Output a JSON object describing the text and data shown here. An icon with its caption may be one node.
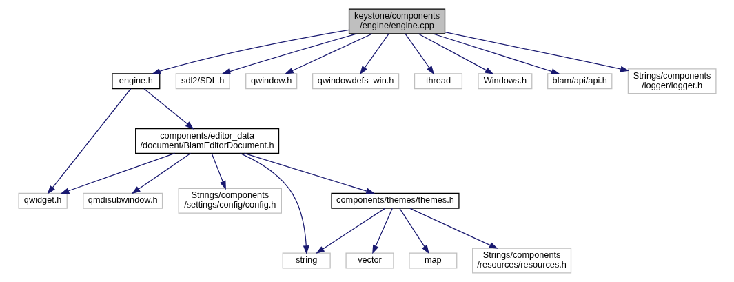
{
  "diagram": {
    "nodes": [
      {
        "text": [
          "keystone/components /engine/engine.cpp"
        ]
      },
      {
        "text": [
          "engine.h"
        ]
      },
      {
        "text": [
          "sdl2/SDL.h"
        ]
      },
      {
        "text": [
          "qwindow.h"
        ]
      },
      {
        "text": [
          "qwindowdefs_win.h"
        ]
      },
      {
        "text": [
          "thread"
        ]
      },
      {
        "text": [
          "Windows.h"
        ]
      },
      {
        "text": [
          "blam/api/api.h"
        ]
      },
      {
        "text": [
          "Strings/components /logger/logger.h"
        ]
      },
      {
        "text": [
          "components/editor_data /document/BlamEditorDocument.h"
        ]
      },
      {
        "text": [
          "qwidget.h"
        ]
      },
      {
        "text": [
          "qmdisubwindow.h"
        ]
      },
      {
        "text": [
          "Strings/components /settings/config/config.h"
        ]
      },
      {
        "text": [
          "components/themes/themes.h"
        ]
      },
      {
        "text": [
          "string"
        ]
      },
      {
        "text": [
          "vector"
        ]
      },
      {
        "text": [
          "map"
        ]
      },
      {
        "text": [
          "Strings/components /resources/resources.h"
        ]
      }
    ],
    "edges": [
      {
        "from": 0,
        "to": 1,
        "arrow": "to"
      },
      {
        "from": 0,
        "to": 2,
        "arrow": "to"
      },
      {
        "from": 0,
        "to": 3,
        "arrow": "to"
      },
      {
        "from": 0,
        "to": 4,
        "arrow": "to"
      },
      {
        "from": 0,
        "to": 5,
        "arrow": "to"
      },
      {
        "from": 0,
        "to": 6,
        "arrow": "to"
      },
      {
        "from": 0,
        "to": 7,
        "arrow": "to"
      },
      {
        "from": 0,
        "to": 8,
        "arrow": "to"
      },
      {
        "from": 1,
        "to": 10,
        "arrow": "to"
      },
      {
        "from": 1,
        "to": 9,
        "arrow": "to"
      },
      {
        "from": 9,
        "to": 10,
        "arrow": "to"
      },
      {
        "from": 9,
        "to": 11,
        "arrow": "to"
      },
      {
        "from": 9,
        "to": 14,
        "arrow": "to"
      },
      {
        "from": 9,
        "to": 12,
        "arrow": "to"
      },
      {
        "from": 9,
        "to": 13,
        "arrow": "to"
      },
      {
        "from": 13,
        "to": 14,
        "arrow": "to"
      },
      {
        "from": 13,
        "to": 15,
        "arrow": "to"
      },
      {
        "from": 13,
        "to": 16,
        "arrow": "to"
      },
      {
        "from": 13,
        "to": 17,
        "arrow": "to"
      }
    ]
  }
}
